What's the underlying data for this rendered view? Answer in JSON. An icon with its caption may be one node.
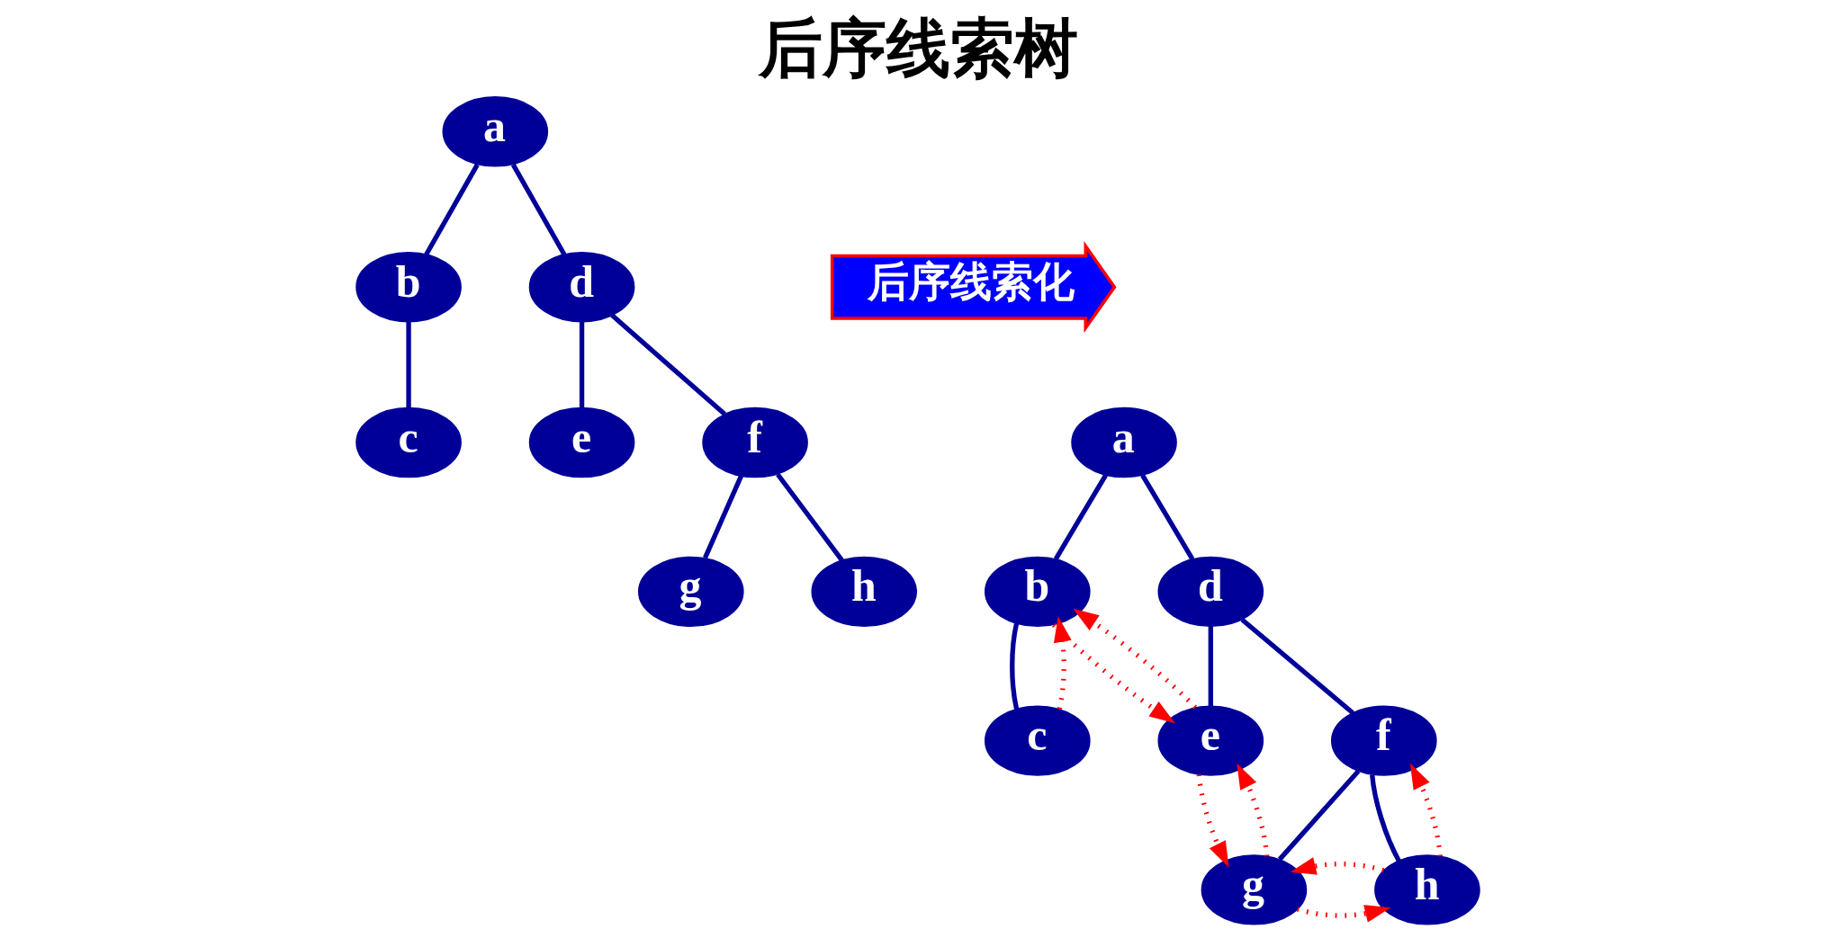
{
  "diagram": {
    "title": "后序线索树",
    "nodes": [
      {
        "text": [
          "a"
        ]
      },
      {
        "text": [
          "b"
        ]
      },
      {
        "text": [
          "d"
        ]
      },
      {
        "text": [
          "c"
        ]
      },
      {
        "text": [
          "e"
        ]
      },
      {
        "text": [
          "f"
        ]
      },
      {
        "text": [
          "g"
        ]
      },
      {
        "text": [
          "h"
        ]
      },
      {
        "text": [
          "后序线索化"
        ]
      },
      {
        "text": [
          "a"
        ]
      },
      {
        "text": [
          "b"
        ]
      },
      {
        "text": [
          "d"
        ]
      },
      {
        "text": [
          "c"
        ]
      },
      {
        "text": [
          "e"
        ]
      },
      {
        "text": [
          "f"
        ]
      },
      {
        "text": [
          "g"
        ]
      },
      {
        "text": [
          "h"
        ]
      }
    ],
    "edges": [
      {
        "from": 0,
        "to": 1,
        "arrow": "none"
      },
      {
        "from": 0,
        "to": 2,
        "arrow": "none"
      },
      {
        "from": 1,
        "to": 3,
        "arrow": "none"
      },
      {
        "from": 2,
        "to": 4,
        "arrow": "none"
      },
      {
        "from": 2,
        "to": 5,
        "arrow": "none"
      },
      {
        "from": 5,
        "to": 6,
        "arrow": "none"
      },
      {
        "from": 5,
        "to": 7,
        "arrow": "none"
      },
      {
        "from": 9,
        "to": 10,
        "arrow": "none"
      },
      {
        "from": 9,
        "to": 11,
        "arrow": "none"
      },
      {
        "from": 10,
        "to": 12,
        "arrow": "none"
      },
      {
        "from": 11,
        "to": 13,
        "arrow": "none"
      },
      {
        "from": 11,
        "to": 14,
        "arrow": "none"
      },
      {
        "from": 14,
        "to": 15,
        "arrow": "none"
      },
      {
        "from": 14,
        "to": 16,
        "arrow": "none"
      },
      {
        "from": 12,
        "to": 10,
        "arrow": "to",
        "style": "dashed",
        "color": "#ff0000"
      },
      {
        "from": 10,
        "to": 13,
        "arrow": "to",
        "style": "dashed",
        "color": "#ff0000"
      },
      {
        "from": 13,
        "to": 10,
        "arrow": "to",
        "style": "dashed",
        "color": "#ff0000"
      },
      {
        "from": 13,
        "to": 15,
        "arrow": "to",
        "style": "dashed",
        "color": "#ff0000"
      },
      {
        "from": 15,
        "to": 13,
        "arrow": "to",
        "style": "dashed",
        "color": "#ff0000"
      },
      {
        "from": 15,
        "to": 16,
        "arrow": "to",
        "style": "dashed",
        "color": "#ff0000"
      },
      {
        "from": 16,
        "to": 15,
        "arrow": "to",
        "style": "dashed",
        "color": "#ff0000"
      },
      {
        "from": 16,
        "to": 14,
        "arrow": "to",
        "style": "dashed",
        "color": "#ff0000"
      }
    ]
  }
}
